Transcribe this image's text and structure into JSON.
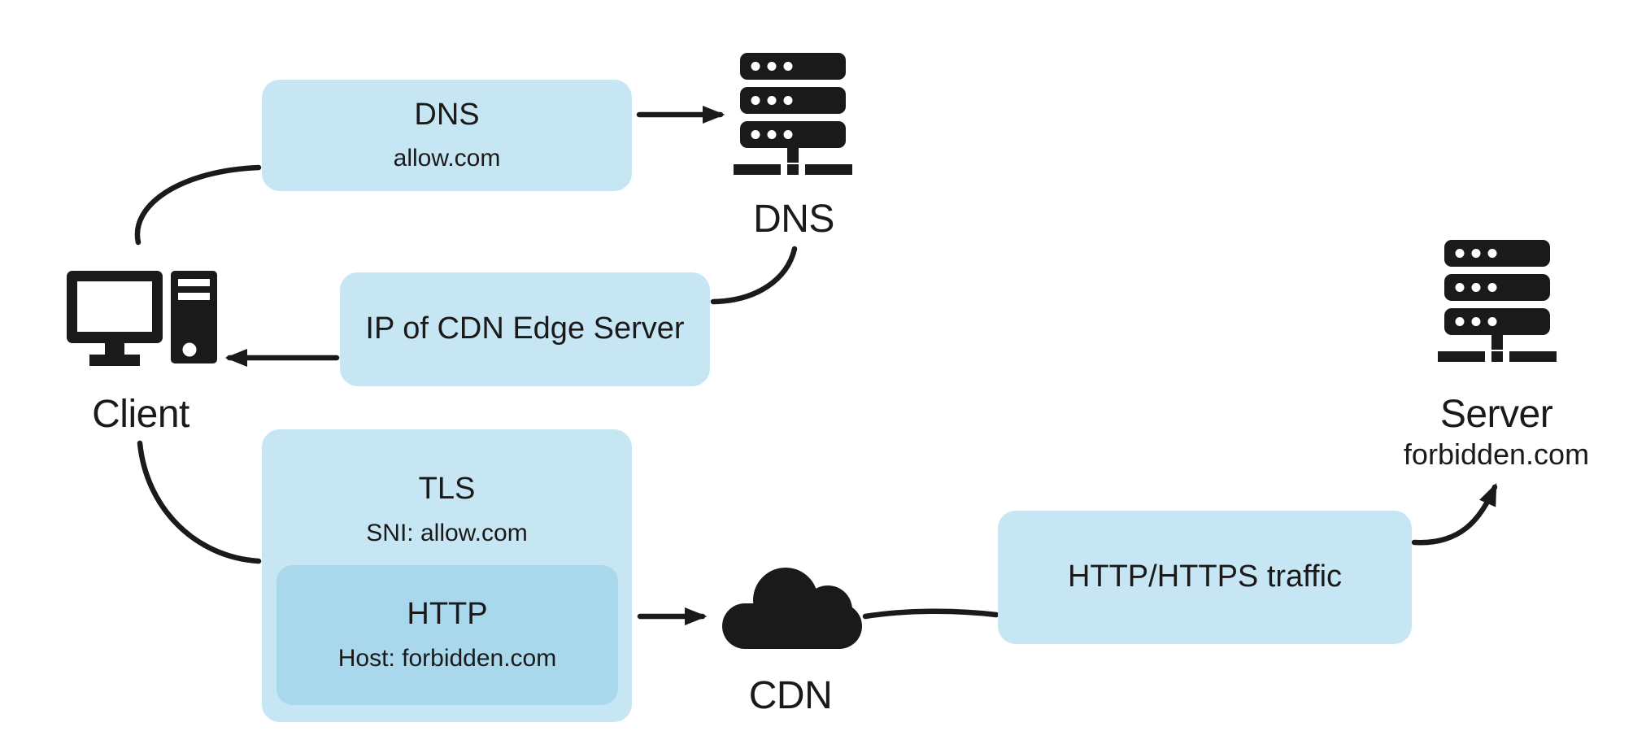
{
  "colors": {
    "box_light": "#c7e6f3",
    "box_inner": "#a9d8ec",
    "ink": "#1a1a1a",
    "background": "#ffffff"
  },
  "nodes": {
    "client": {
      "label": "Client",
      "icon": "desktop-computer-icon"
    },
    "dns_server": {
      "label": "DNS",
      "icon": "server-rack-icon"
    },
    "cdn": {
      "label": "CDN",
      "icon": "cloud-icon"
    },
    "origin_server": {
      "label": "Server",
      "sublabel": "forbidden.com",
      "icon": "server-rack-icon"
    }
  },
  "messages": {
    "dns_query": {
      "title": "DNS",
      "subtitle": "allow.com"
    },
    "dns_response": {
      "title": "IP of CDN Edge Server"
    },
    "tls": {
      "title": "TLS",
      "subtitle": "SNI: allow.com"
    },
    "http": {
      "title": "HTTP",
      "subtitle": "Host: forbidden.com"
    },
    "traffic": {
      "title": "HTTP/HTTPS traffic"
    }
  },
  "edges": [
    {
      "name": "client-to-dns-query",
      "arrow": false
    },
    {
      "name": "dns-query-to-dns-server",
      "arrow": true
    },
    {
      "name": "dns-server-to-dns-response",
      "arrow": false
    },
    {
      "name": "dns-response-to-client",
      "arrow": true
    },
    {
      "name": "client-to-tls",
      "arrow": false
    },
    {
      "name": "tls-to-cdn",
      "arrow": true
    },
    {
      "name": "cdn-to-traffic",
      "arrow": false
    },
    {
      "name": "traffic-to-server",
      "arrow": true
    }
  ]
}
